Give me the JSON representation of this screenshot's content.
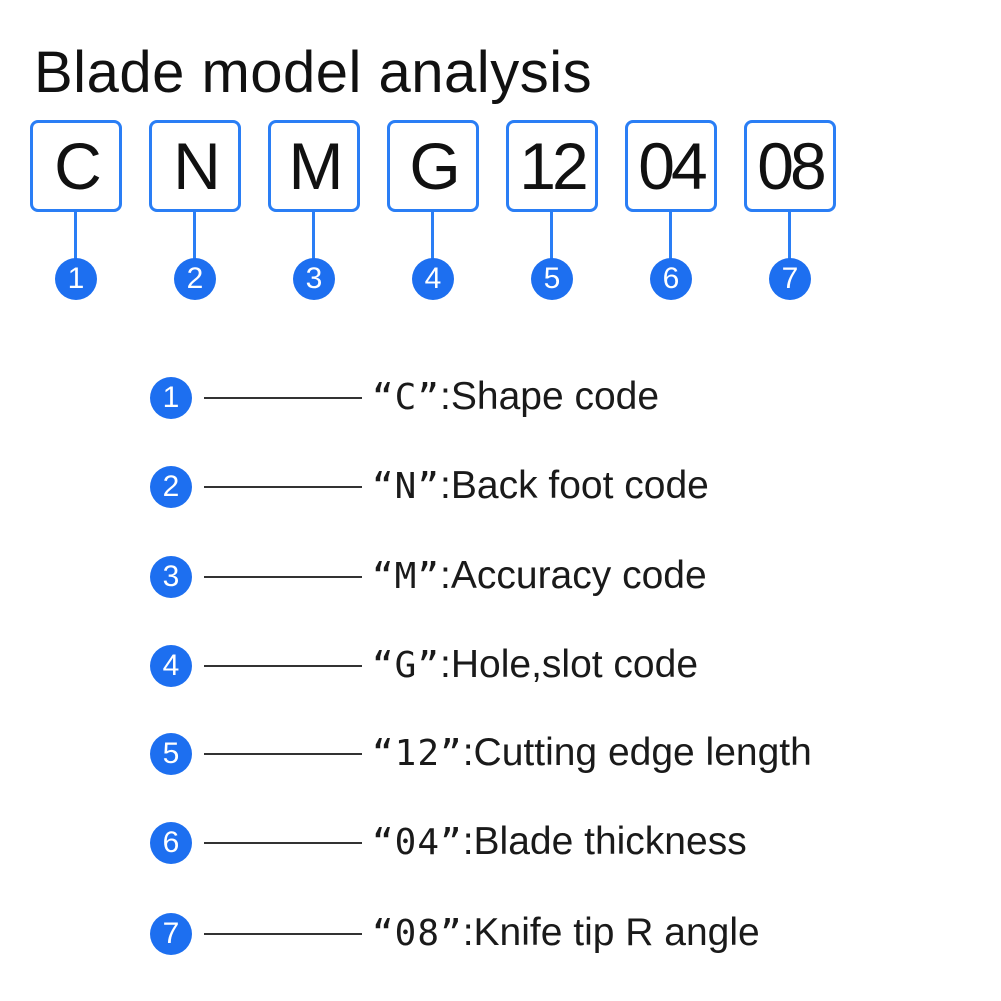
{
  "title": "Blade model analysis",
  "accent_color": "#2a7ef5",
  "codes": [
    {
      "number": "1",
      "code": "C"
    },
    {
      "number": "2",
      "code": "N"
    },
    {
      "number": "3",
      "code": "M"
    },
    {
      "number": "4",
      "code": "G"
    },
    {
      "number": "5",
      "code": "12"
    },
    {
      "number": "6",
      "code": "04"
    },
    {
      "number": "7",
      "code": "08"
    }
  ],
  "legend": [
    {
      "number": "1",
      "code": "“C”",
      "desc": ":Shape code"
    },
    {
      "number": "2",
      "code": "“N”",
      "desc": ":Back foot code"
    },
    {
      "number": "3",
      "code": "“M”",
      "desc": ":Accuracy code"
    },
    {
      "number": "4",
      "code": "“G”",
      "desc": ":Hole,slot code"
    },
    {
      "number": "5",
      "code": "“12”",
      "desc": ":Cutting edge length"
    },
    {
      "number": "6",
      "code": "“04”",
      "desc": ":Blade thickness"
    },
    {
      "number": "7",
      "code": "“08”",
      "desc": ":Knife tip R angle"
    }
  ]
}
